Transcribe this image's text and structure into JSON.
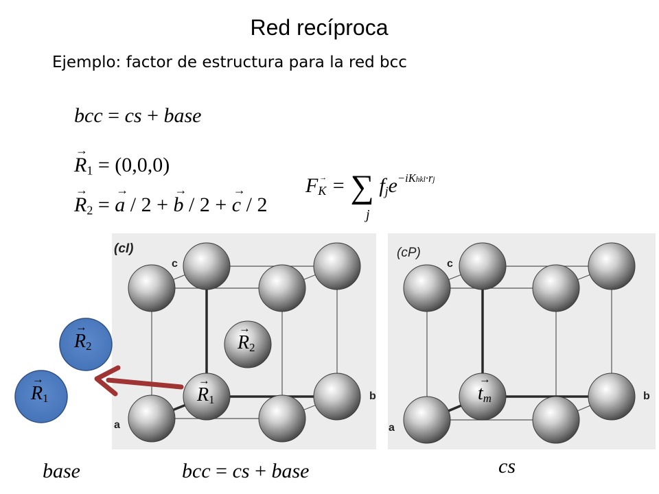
{
  "title": "Red recíproca",
  "subtitle": "Ejemplo: factor de estructura para la red bcc",
  "equations": {
    "bcc_def": {
      "lhs": "bcc",
      "eq": "=",
      "t1": "cs",
      "plus": "+",
      "t2": "base"
    },
    "r1": {
      "vec": "R",
      "sub": "1",
      "rhs": "= (0,0,0)"
    },
    "r2": {
      "vec": "R",
      "sub": "2",
      "eq": "=",
      "a": "a",
      "b": "b",
      "c": "c",
      "div": "/ 2",
      "plus": "+"
    },
    "structure_factor": {
      "F": "F",
      "K": "K",
      "eq": "=",
      "sum_index": "j",
      "f": "f",
      "fsub": "j",
      "e": "e",
      "exponent": "−iK",
      "exp_sub": "hkl",
      "dot": "·",
      "r": "r",
      "rsub": "j"
    }
  },
  "diagram": {
    "left_label": "(cI)",
    "right_label": "(cP)",
    "axis_c": "c",
    "axis_b": "b",
    "axis_a": "a",
    "atom_r1": {
      "vec": "R",
      "sub": "1"
    },
    "atom_r2": {
      "vec": "R",
      "sub": "2"
    },
    "atom_tm": {
      "vec": "t",
      "sub": "m"
    },
    "colors": {
      "sphere_gray": "#8c8c8c",
      "basis_blue": "#4f7ec2",
      "arrow_red": "#9e3434"
    }
  },
  "basis": {
    "r1": {
      "vec": "R",
      "sub": "1"
    },
    "r2": {
      "vec": "R",
      "sub": "2"
    }
  },
  "bottom": {
    "base": "base",
    "bcc": "bcc",
    "eq": "=",
    "cs": "cs",
    "plus": "+",
    "base2": "base",
    "cs_right": "cs"
  }
}
